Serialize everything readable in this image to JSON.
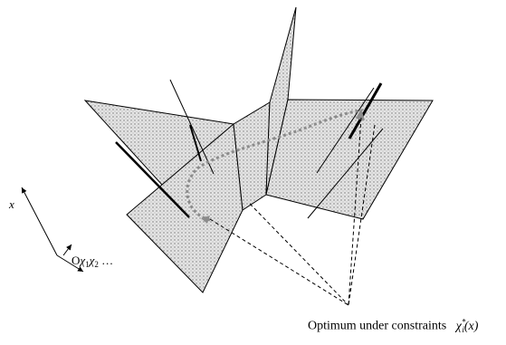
{
  "diagram": {
    "axis_labels": {
      "x": "x",
      "origin": "O",
      "chi1": "χ",
      "chi1_sub": "1",
      "chi2": "χ",
      "chi2_sub": "2",
      "ellipsis": " …"
    },
    "caption": {
      "text": "Optimum under constraints",
      "math_base": "χ",
      "math_sub": "i",
      "math_sup": "*",
      "math_arg": "(x)"
    },
    "colors": {
      "stroke": "#000000",
      "plane_fill": "#d9d9d9",
      "dotted_path": "#8c8c8c",
      "background": "#ffffff"
    }
  }
}
